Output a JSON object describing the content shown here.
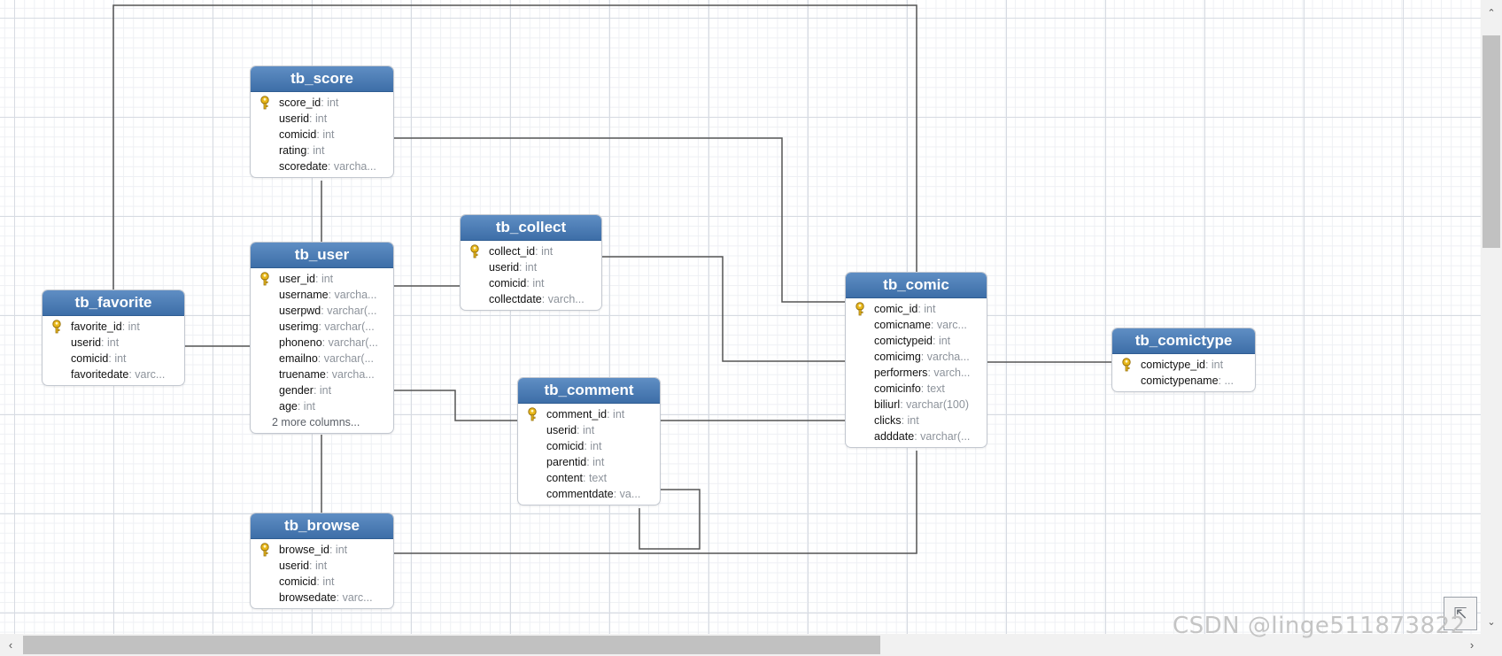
{
  "tables": [
    {
      "id": "tb_score",
      "title": "tb_score",
      "columns": [
        {
          "name": "score_id",
          "type": ": int",
          "key": true
        },
        {
          "name": "userid",
          "type": ": int"
        },
        {
          "name": "comicid",
          "type": ": int"
        },
        {
          "name": "rating",
          "type": ": int"
        },
        {
          "name": "scoredate",
          "type": ": varcha..."
        }
      ]
    },
    {
      "id": "tb_user",
      "title": "tb_user",
      "columns": [
        {
          "name": "user_id",
          "type": ": int",
          "key": true
        },
        {
          "name": "username",
          "type": ": varcha..."
        },
        {
          "name": "userpwd",
          "type": ": varchar(..."
        },
        {
          "name": "userimg",
          "type": ": varchar(..."
        },
        {
          "name": "phoneno",
          "type": ": varchar(..."
        },
        {
          "name": "emailno",
          "type": ": varchar(..."
        },
        {
          "name": "truename",
          "type": ": varcha..."
        },
        {
          "name": "gender",
          "type": ": int"
        },
        {
          "name": "age",
          "type": ": int"
        }
      ],
      "more": "2 more columns..."
    },
    {
      "id": "tb_favorite",
      "title": "tb_favorite",
      "columns": [
        {
          "name": "favorite_id",
          "type": ": int",
          "key": true
        },
        {
          "name": "userid",
          "type": ": int"
        },
        {
          "name": "comicid",
          "type": ": int"
        },
        {
          "name": "favoritedate",
          "type": ": varc..."
        }
      ]
    },
    {
      "id": "tb_collect",
      "title": "tb_collect",
      "columns": [
        {
          "name": "collect_id",
          "type": ": int",
          "key": true
        },
        {
          "name": "userid",
          "type": ": int"
        },
        {
          "name": "comicid",
          "type": ": int"
        },
        {
          "name": "collectdate",
          "type": ": varch..."
        }
      ]
    },
    {
      "id": "tb_comment",
      "title": "tb_comment",
      "columns": [
        {
          "name": "comment_id",
          "type": ": int",
          "key": true
        },
        {
          "name": "userid",
          "type": ": int"
        },
        {
          "name": "comicid",
          "type": ": int"
        },
        {
          "name": "parentid",
          "type": ": int"
        },
        {
          "name": "content",
          "type": ": text"
        },
        {
          "name": "commentdate",
          "type": ": va..."
        }
      ]
    },
    {
      "id": "tb_browse",
      "title": "tb_browse",
      "columns": [
        {
          "name": "browse_id",
          "type": ": int",
          "key": true
        },
        {
          "name": "userid",
          "type": ": int"
        },
        {
          "name": "comicid",
          "type": ": int"
        },
        {
          "name": "browsedate",
          "type": ": varc..."
        }
      ]
    },
    {
      "id": "tb_comic",
      "title": "tb_comic",
      "columns": [
        {
          "name": "comic_id",
          "type": ": int",
          "key": true
        },
        {
          "name": "comicname",
          "type": ": varc..."
        },
        {
          "name": "comictypeid",
          "type": ": int"
        },
        {
          "name": "comicimg",
          "type": ": varcha..."
        },
        {
          "name": "performers",
          "type": ": varch..."
        },
        {
          "name": "comicinfo",
          "type": ": text"
        },
        {
          "name": "biliurl",
          "type": ": varchar(100)"
        },
        {
          "name": "clicks",
          "type": ": int"
        },
        {
          "name": "adddate",
          "type": ": varchar(..."
        }
      ]
    },
    {
      "id": "tb_comictype",
      "title": "tb_comictype",
      "columns": [
        {
          "name": "comictype_id",
          "type": ": int",
          "key": true
        },
        {
          "name": "comictypename",
          "type": ": ..."
        }
      ]
    }
  ],
  "relations": [
    {
      "from": "tb_score",
      "to": "tb_user"
    },
    {
      "from": "tb_score",
      "to": "tb_comic"
    },
    {
      "from": "tb_favorite",
      "to": "tb_user"
    },
    {
      "from": "tb_favorite",
      "to": "tb_comic"
    },
    {
      "from": "tb_collect",
      "to": "tb_user"
    },
    {
      "from": "tb_collect",
      "to": "tb_comic"
    },
    {
      "from": "tb_comment",
      "to": "tb_user"
    },
    {
      "from": "tb_comment",
      "to": "tb_comic"
    },
    {
      "from": "tb_comment",
      "to": "tb_comment"
    },
    {
      "from": "tb_browse",
      "to": "tb_user"
    },
    {
      "from": "tb_browse",
      "to": "tb_comic"
    },
    {
      "from": "tb_comic",
      "to": "tb_comictype"
    }
  ],
  "watermark": "CSDN @linge511873822",
  "colors": {
    "header": "#4a7ab5",
    "line": "#555555",
    "key": "#e8b71a",
    "type_text": "#8d939b"
  }
}
